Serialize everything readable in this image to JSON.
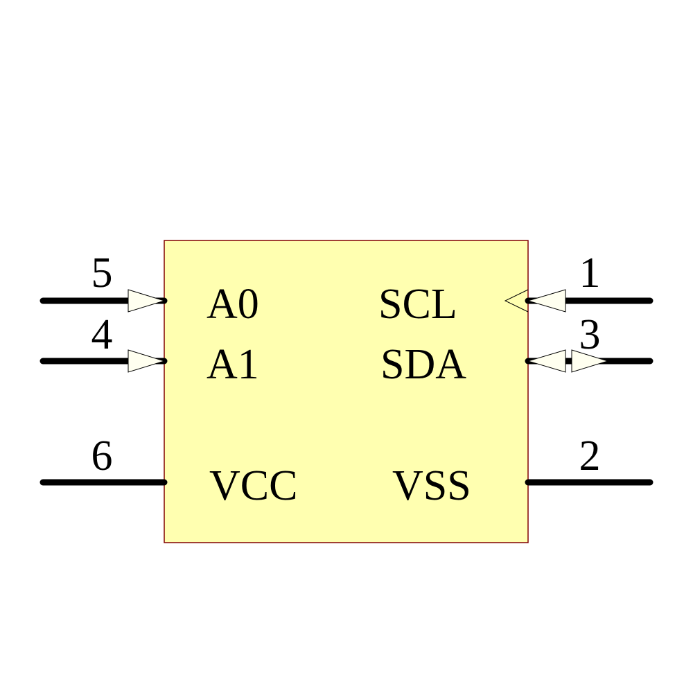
{
  "component": {
    "body_fill": "#FFFFB0",
    "body_stroke": "#800000",
    "pin_color": "#000000",
    "arrow_fill": "#FFFFF0"
  },
  "pins": {
    "a0": {
      "number": "5",
      "name": "A0",
      "side": "left",
      "type": "input"
    },
    "a1": {
      "number": "4",
      "name": "A1",
      "side": "left",
      "type": "input"
    },
    "vcc": {
      "number": "6",
      "name": "VCC",
      "side": "left",
      "type": "power"
    },
    "scl": {
      "number": "1",
      "name": "SCL",
      "side": "right",
      "type": "input-clock"
    },
    "sda": {
      "number": "3",
      "name": "SDA",
      "side": "right",
      "type": "bidirectional"
    },
    "vss": {
      "number": "2",
      "name": "VSS",
      "side": "right",
      "type": "power"
    }
  }
}
